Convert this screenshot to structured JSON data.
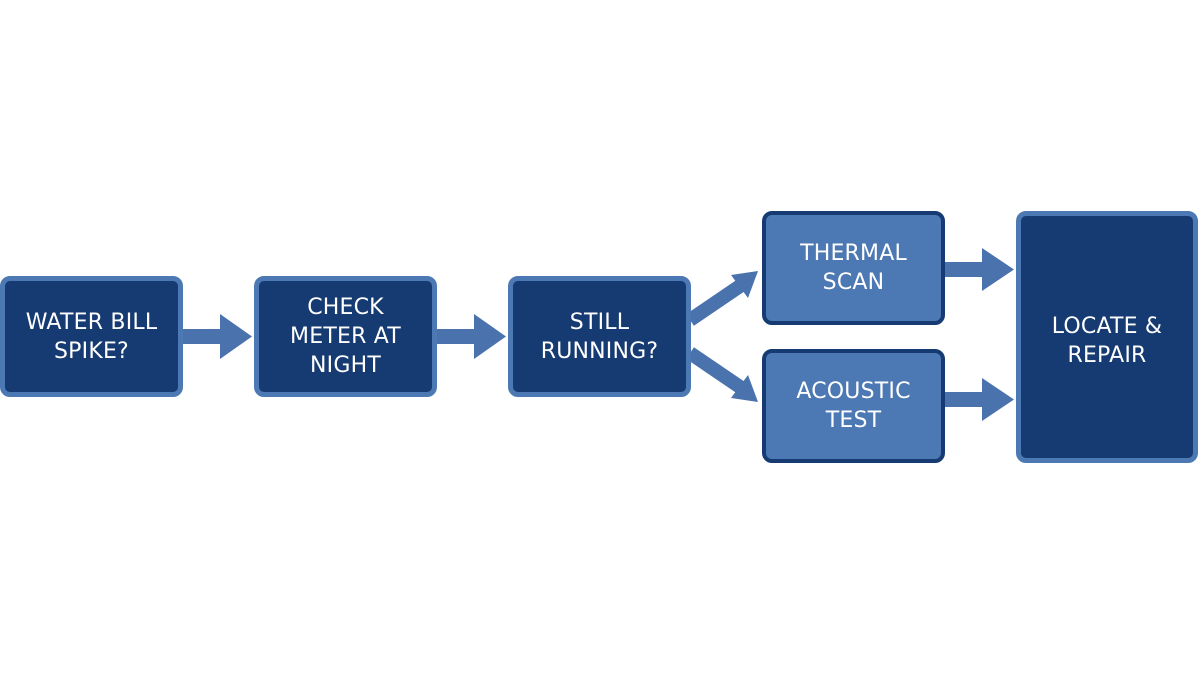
{
  "colors": {
    "dark_box": "#163a72",
    "light_box": "#4c78b3",
    "arrow": "#4a72ad",
    "background": "#ffffff"
  },
  "nodes": {
    "water_bill": "WATER BILL\nSPIKE?",
    "check_meter": "CHECK\nMETER AT\nNIGHT",
    "still_running": "STILL\nRUNNING?",
    "thermal_scan": "THERMAL\nSCAN",
    "acoustic_test": "ACOUSTIC\nTEST",
    "locate_repair": "LOCATE &\nREPAIR"
  }
}
